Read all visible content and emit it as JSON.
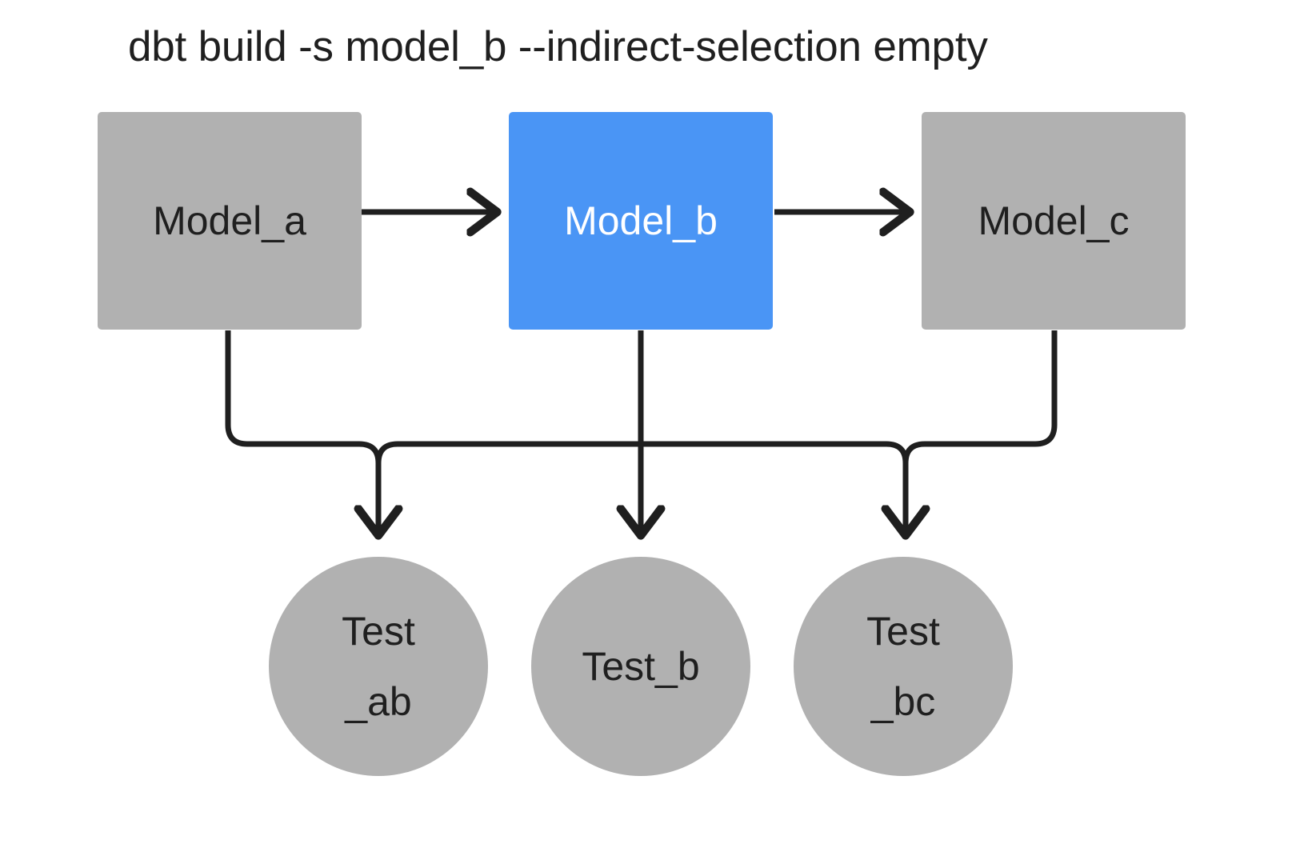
{
  "diagram": {
    "title": "dbt build -s model_b --indirect-selection empty",
    "type": "dag",
    "colors": {
      "unselected_node": "#b1b1b1",
      "selected_node": "#4a95f5",
      "selected_node_text": "#ffffff",
      "node_text": "#1f1f1f",
      "edge": "#1f1f1f",
      "background": "#ffffff"
    },
    "models": [
      {
        "id": "model_a",
        "label": "Model_a",
        "shape": "rectangle",
        "state": "unselected"
      },
      {
        "id": "model_b",
        "label": "Model_b",
        "shape": "rectangle",
        "state": "selected"
      },
      {
        "id": "model_c",
        "label": "Model_c",
        "shape": "rectangle",
        "state": "unselected"
      }
    ],
    "tests": [
      {
        "id": "test_ab",
        "label": "Test\n_ab",
        "line1": "Test",
        "line2": "_ab",
        "shape": "circle",
        "state": "unselected"
      },
      {
        "id": "test_b",
        "label": "Test_b",
        "line1": "Test_b",
        "line2": "",
        "shape": "circle",
        "state": "unselected"
      },
      {
        "id": "test_bc",
        "label": "Test\n_bc",
        "line1": "Test",
        "line2": "_bc",
        "shape": "circle",
        "state": "unselected"
      }
    ],
    "edges": [
      {
        "from": "model_a",
        "to": "model_b",
        "style": "arrow-right"
      },
      {
        "from": "model_b",
        "to": "model_c",
        "style": "arrow-right"
      },
      {
        "from": "model_a",
        "to": "test_ab",
        "style": "elbow-down"
      },
      {
        "from": "model_b",
        "to": "test_ab",
        "style": "elbow-down"
      },
      {
        "from": "model_b",
        "to": "test_b",
        "style": "straight-down"
      },
      {
        "from": "model_b",
        "to": "test_bc",
        "style": "elbow-down"
      },
      {
        "from": "model_c",
        "to": "test_bc",
        "style": "elbow-down"
      }
    ]
  }
}
